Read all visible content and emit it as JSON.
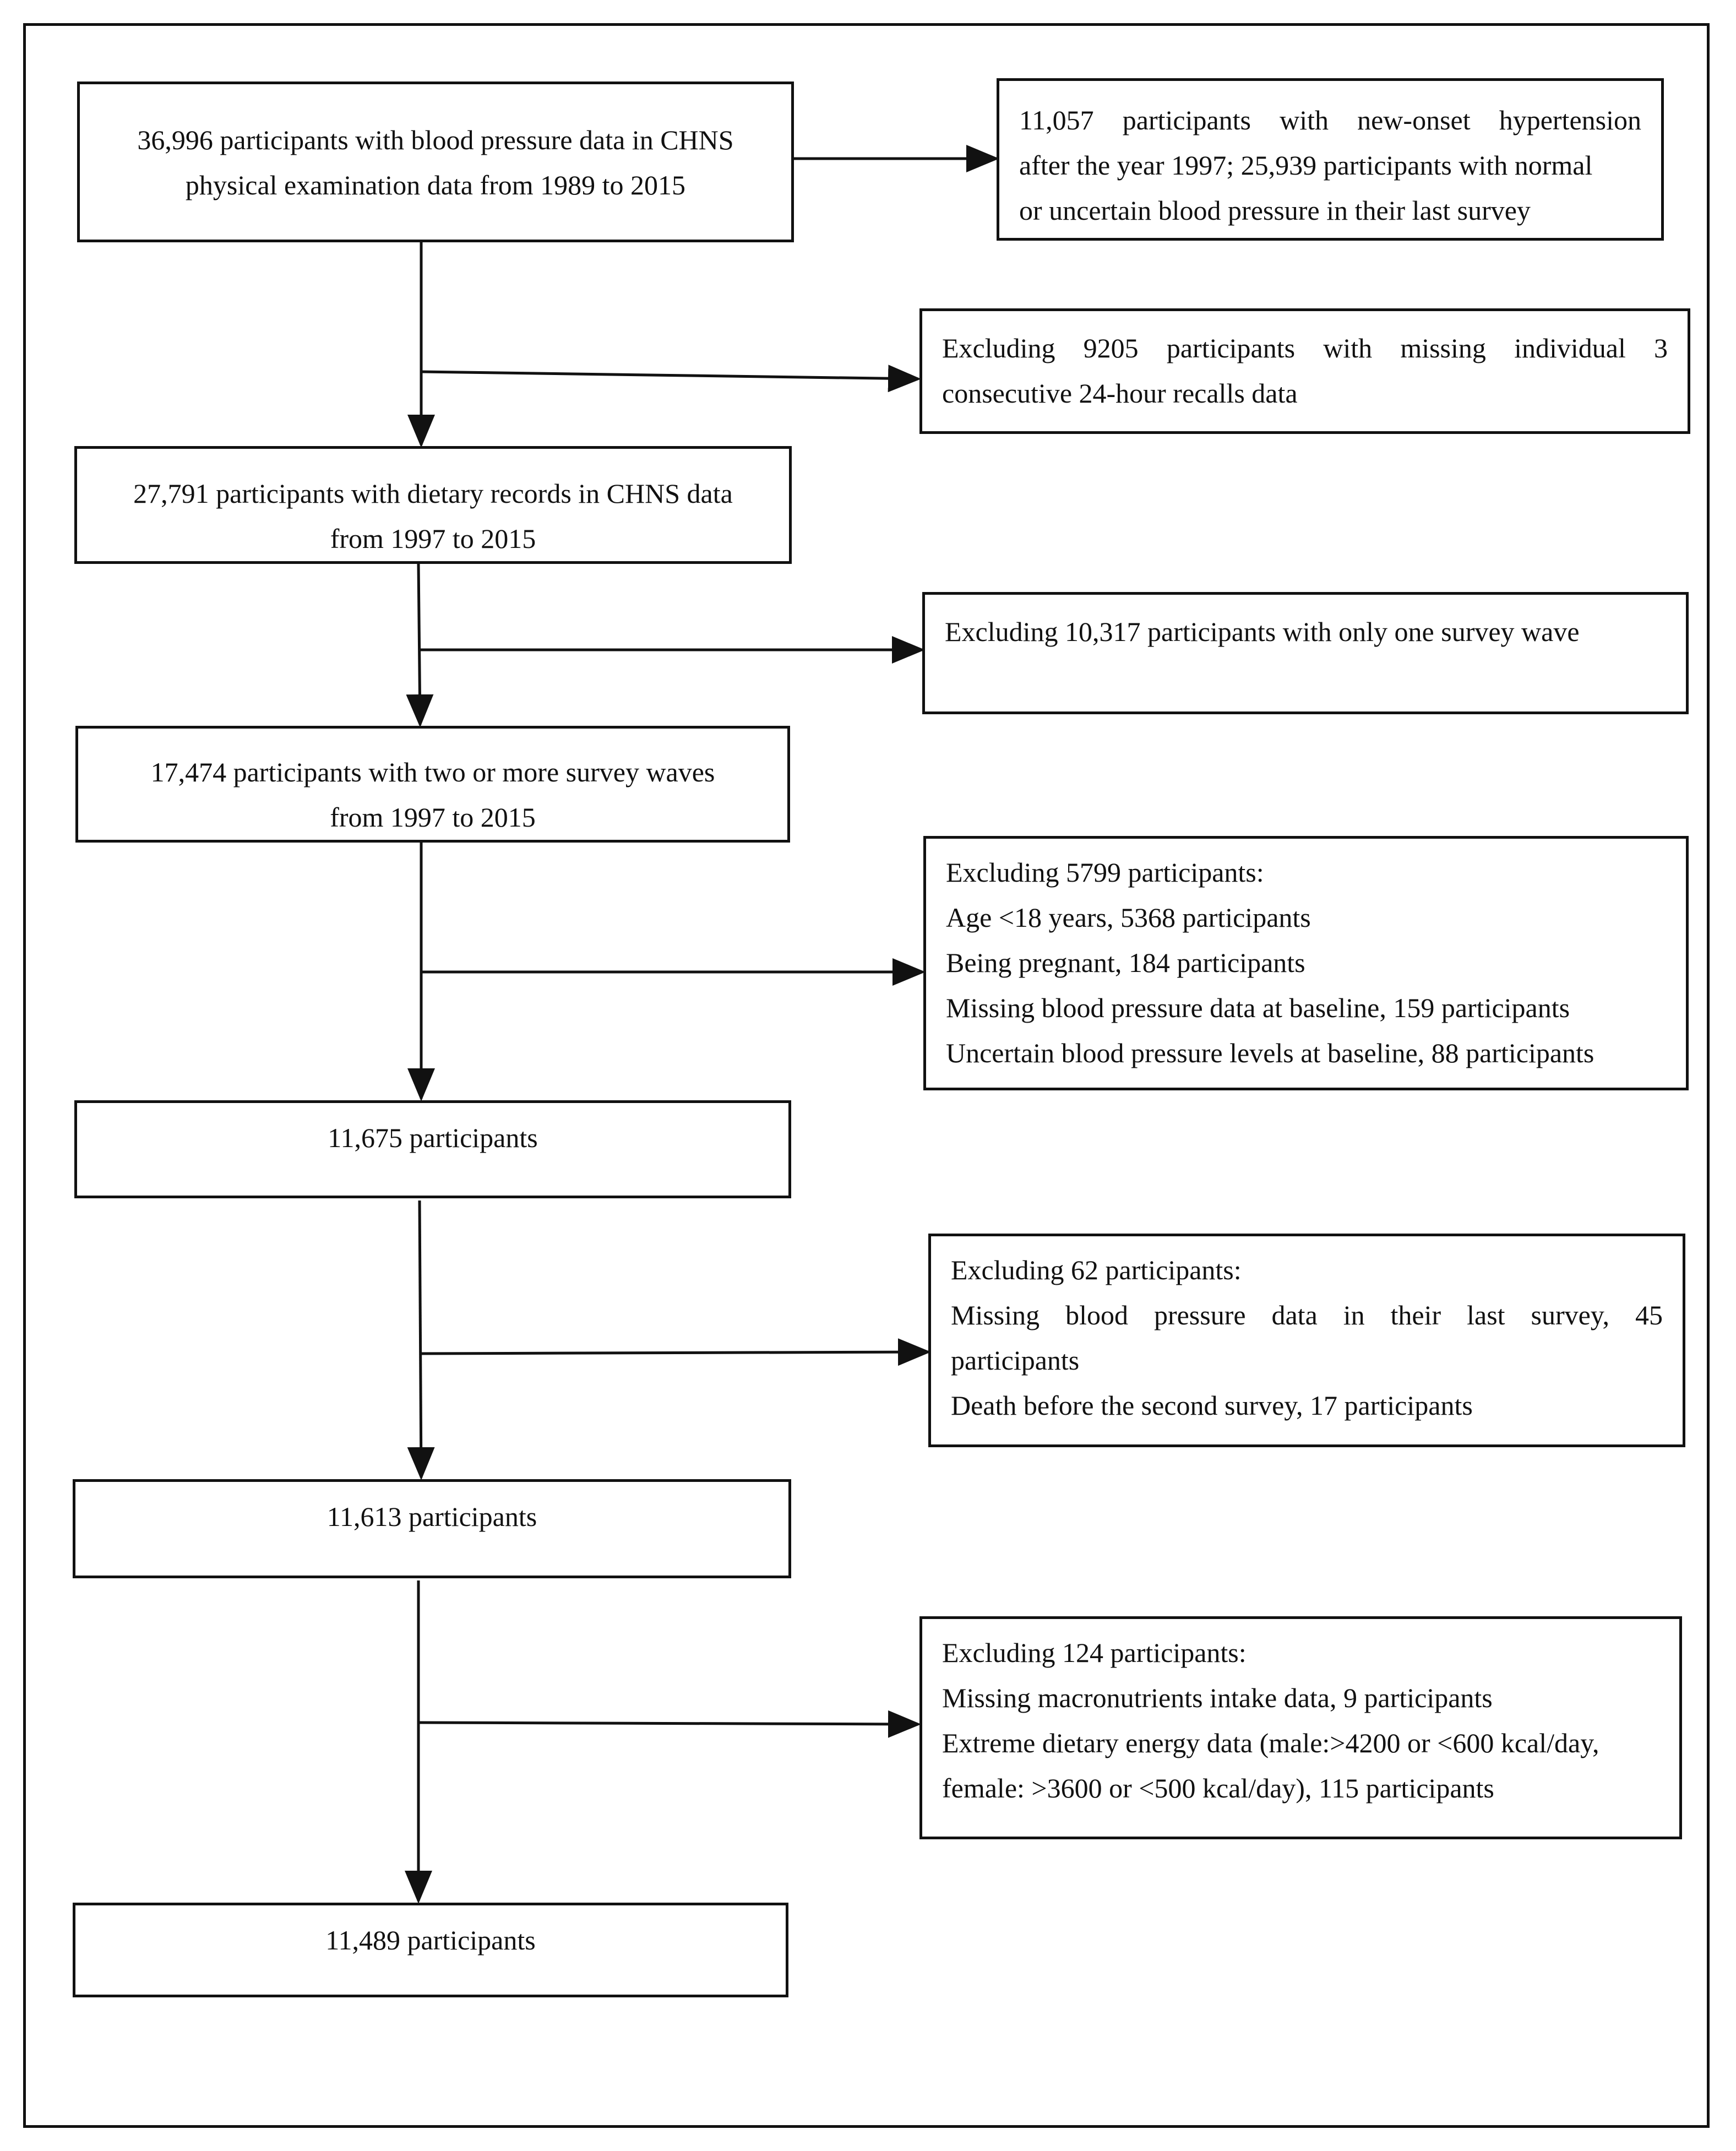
{
  "flow": {
    "main_steps": [
      {
        "lines": [
          "36,996 participants with blood pressure data in CHNS",
          "physical examination data from 1989 to 2015"
        ]
      },
      {
        "lines": [
          "27,791 participants with dietary records in CHNS data",
          "from 1997 to 2015"
        ]
      },
      {
        "lines": [
          "17,474 participants with two or more survey waves",
          "from 1997 to 2015"
        ]
      },
      {
        "lines": [
          "11,675 participants"
        ]
      },
      {
        "lines": [
          "11,613 participants"
        ]
      },
      {
        "lines": [
          "11,489 participants"
        ]
      }
    ],
    "side_notes": [
      {
        "lines": [
          "11,057 participants with new-onset hypertension",
          "after the year 1997; 25,939 participants with normal",
          "or uncertain blood pressure in their last survey"
        ]
      },
      {
        "lines": [
          "Excluding 9205 participants with missing individual 3",
          "consecutive 24-hour recalls data"
        ]
      },
      {
        "lines": [
          "Excluding 10,317 participants with only one survey wave"
        ]
      },
      {
        "lines": [
          "Excluding 5799 participants:",
          "Age <18 years, 5368 participants",
          "Being pregnant, 184 participants",
          "Missing blood pressure data at baseline, 159 participants",
          "Uncertain blood pressure levels at baseline, 88 participants"
        ]
      },
      {
        "lines": [
          "Excluding 62 participants:",
          "Missing blood pressure data in their last survey, 45",
          "participants",
          "Death before the second survey, 17 participants"
        ]
      },
      {
        "lines": [
          "Excluding 124 participants:",
          "Missing macronutrients intake data, 9 participants",
          "Extreme dietary energy data (male:>4200 or <600 kcal/day,",
          "female: >3600 or <500 kcal/day), 115 participants"
        ]
      }
    ]
  }
}
